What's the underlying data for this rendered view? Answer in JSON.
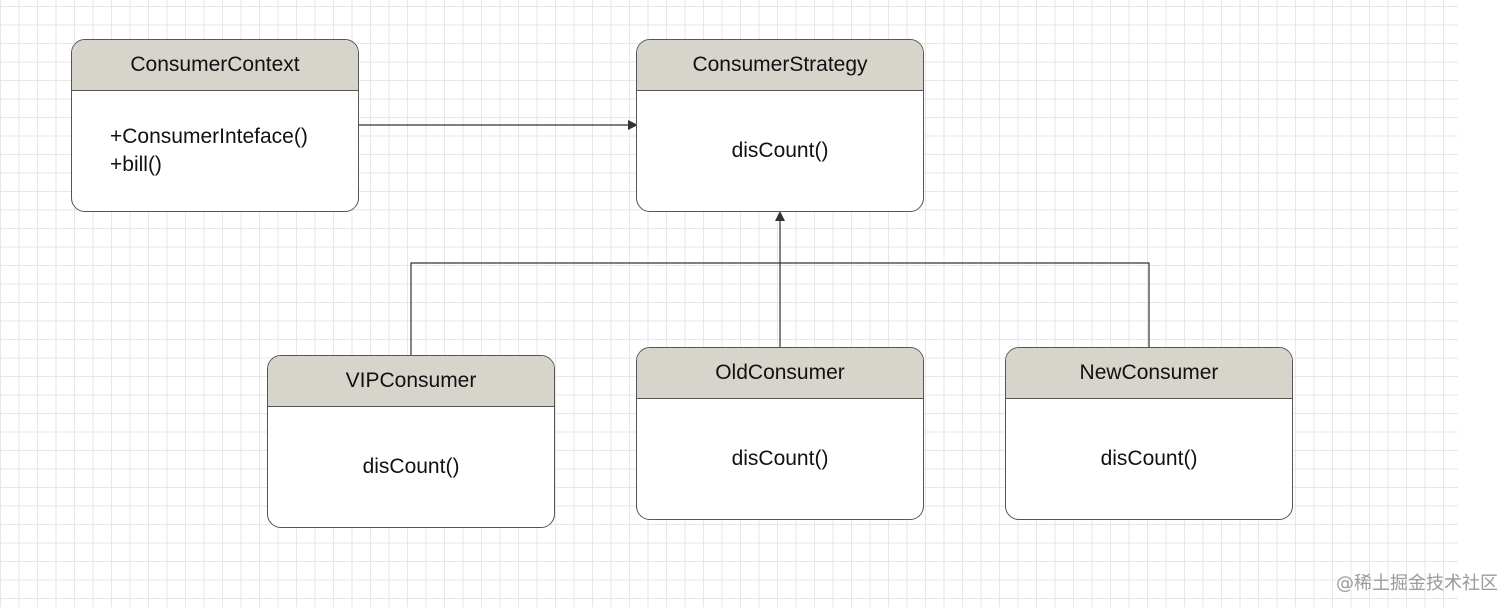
{
  "diagram": {
    "classes": {
      "context": {
        "name": "ConsumerContext",
        "methods": [
          "+ConsumerInteface()",
          "+bill()"
        ]
      },
      "strategy": {
        "name": "ConsumerStrategy",
        "methods": [
          "disCount()"
        ]
      },
      "vip": {
        "name": "VIPConsumer",
        "methods": [
          "disCount()"
        ]
      },
      "old": {
        "name": "OldConsumer",
        "methods": [
          "disCount()"
        ]
      },
      "new": {
        "name": "NewConsumer",
        "methods": [
          "disCount()"
        ]
      }
    },
    "relations": [
      {
        "from": "ConsumerContext",
        "to": "ConsumerStrategy",
        "type": "association"
      },
      {
        "from": "VIPConsumer",
        "to": "ConsumerStrategy",
        "type": "generalization"
      },
      {
        "from": "OldConsumer",
        "to": "ConsumerStrategy",
        "type": "generalization"
      },
      {
        "from": "NewConsumer",
        "to": "ConsumerStrategy",
        "type": "generalization"
      }
    ]
  },
  "watermark": "@稀土掘金技术社区"
}
